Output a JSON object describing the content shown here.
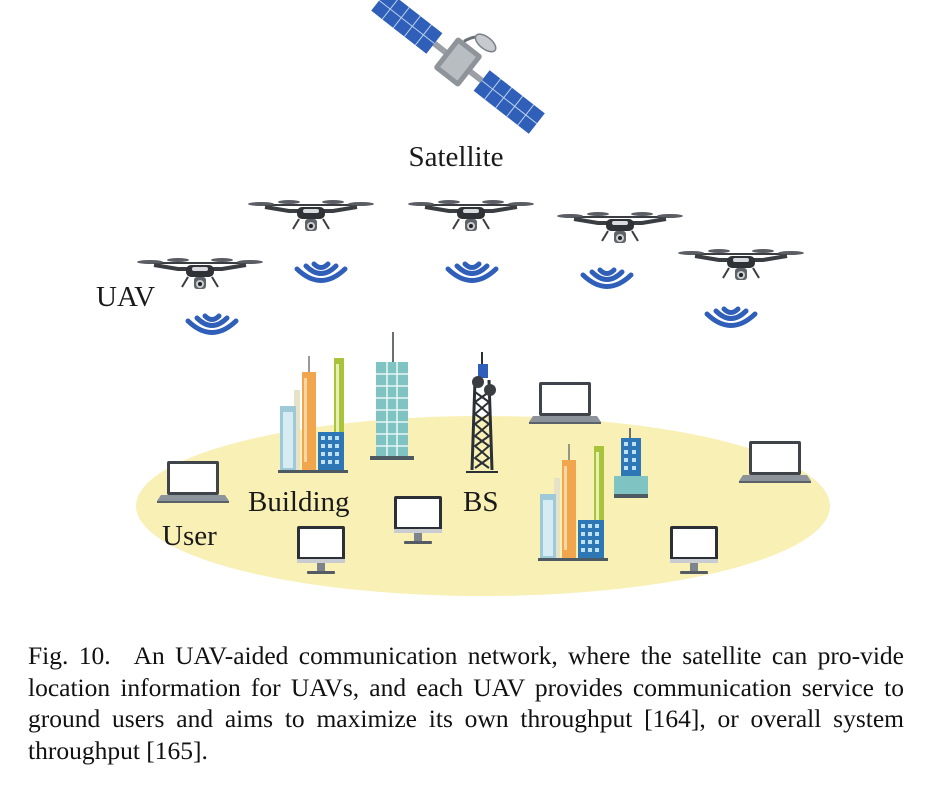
{
  "figure": {
    "labels": {
      "satellite": "Satellite",
      "uav": "UAV",
      "building": "Building",
      "bs": "BS",
      "user": "User"
    },
    "colors": {
      "ground": "#f8f0b4",
      "signal": "#2f5fb8",
      "satellite_panel": "#2f5fb8",
      "drone_body": "#3a3d42",
      "building_teal": "#7fc3c2",
      "building_orange": "#f1a64e",
      "building_green": "#a8c43a",
      "building_blue": "#2e77b7",
      "screen_dark": "#2b2f36"
    },
    "icons": [
      "satellite-icon",
      "drone-icon",
      "signal-wave-icon",
      "building-icon",
      "base-station-tower-icon",
      "laptop-icon",
      "desktop-monitor-icon"
    ]
  },
  "caption": {
    "number": "Fig. 10.",
    "text": "An UAV-aided communication network, where the satellite can pro-vide location information for UAVs, and each UAV provides communication service to ground users and aims to maximize its own throughput [164], or overall system throughput [165]."
  }
}
